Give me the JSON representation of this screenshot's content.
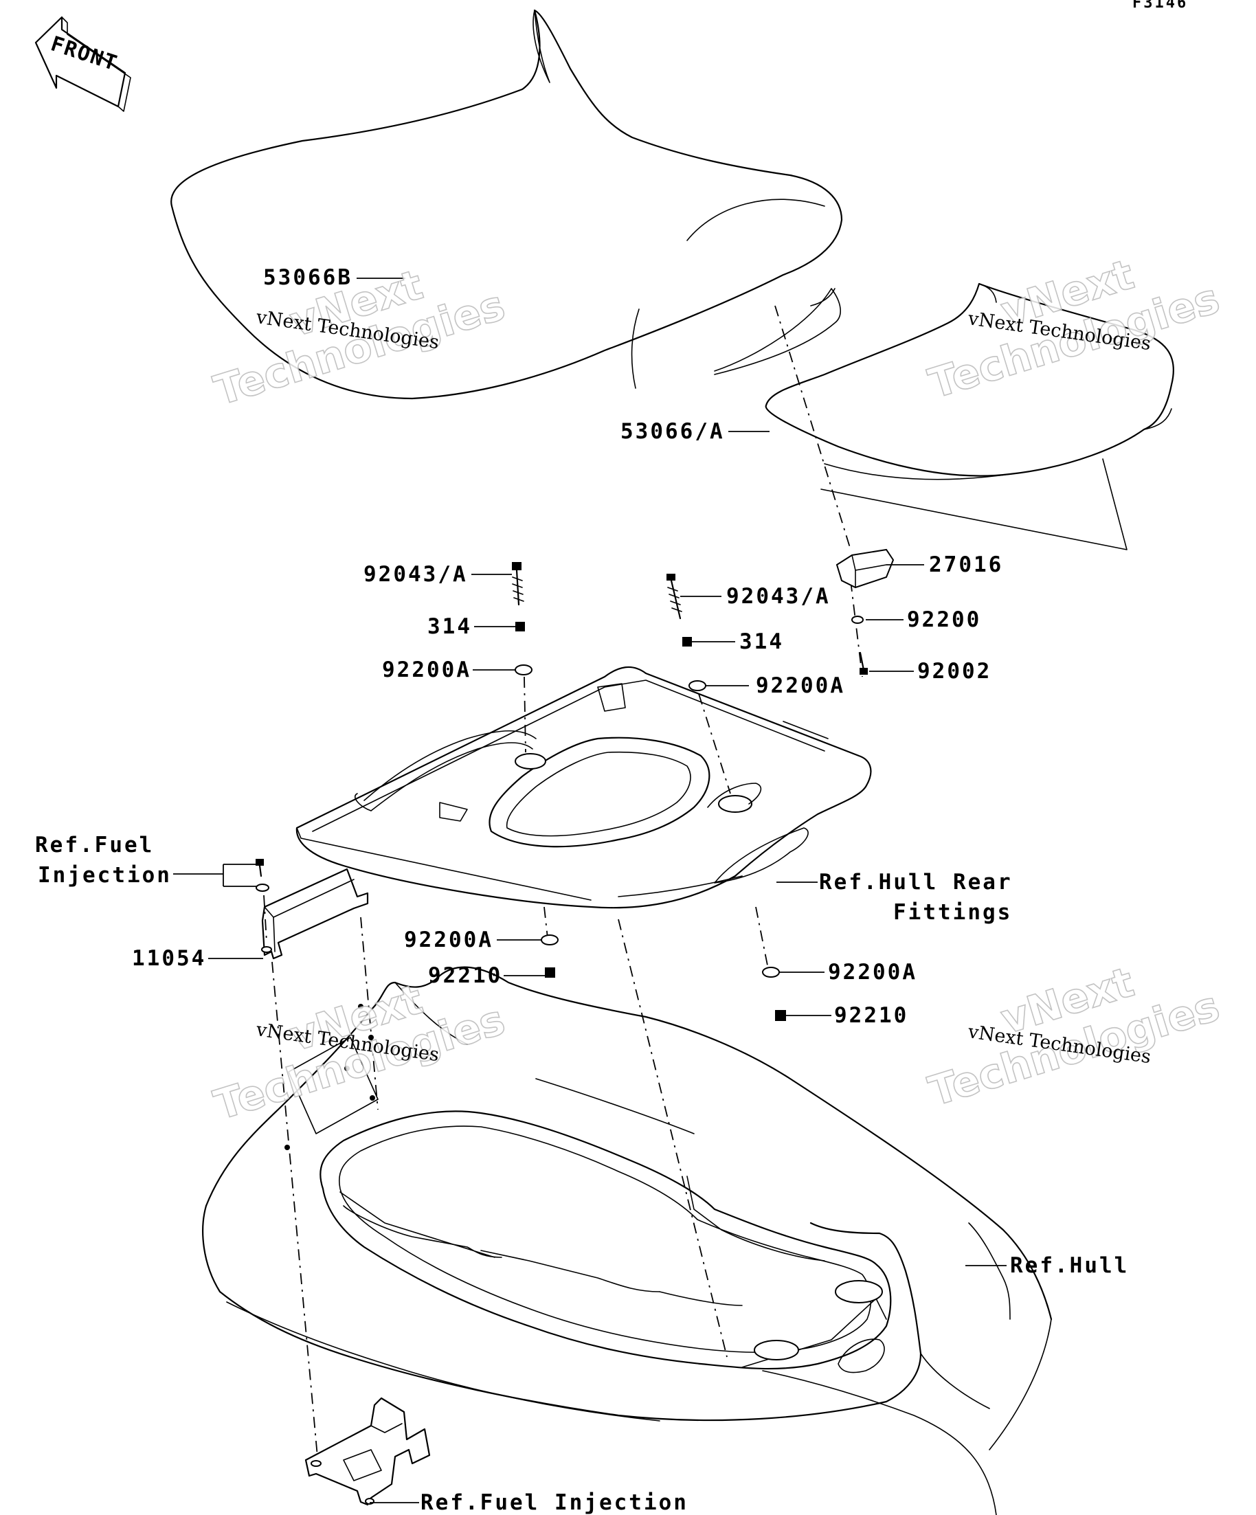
{
  "diagram_code": "F3146",
  "front_arrow": {
    "text": "FRONT"
  },
  "callouts": {
    "p53066b": "53066B",
    "p53066a": "53066/A",
    "p27016": "27016",
    "p92200": "92200",
    "p92002": "92002",
    "p92043a_left": "92043/A",
    "p314_left": "314",
    "p92200a_left": "92200A",
    "p92043a_right": "92043/A",
    "p314_right": "314",
    "p92200a_right": "92200A",
    "ref_fuel_line1": "Ref.Fuel",
    "ref_fuel_line2": "Injection",
    "p11054": "11054",
    "ref_hull_rear_line1": "Ref.Hull Rear",
    "ref_hull_rear_line2": "Fittings",
    "p92200a_lower_left": "92200A",
    "p92210_left": "92210",
    "p92200a_lower_right": "92200A",
    "p92210_right": "92210",
    "ref_hull": "Ref.Hull",
    "ref_fuel_bottom": "Ref.Fuel Injection"
  },
  "watermarks": {
    "small": "vNext Technologies",
    "big_line1": "vNext",
    "big_line2": "Technologies"
  }
}
